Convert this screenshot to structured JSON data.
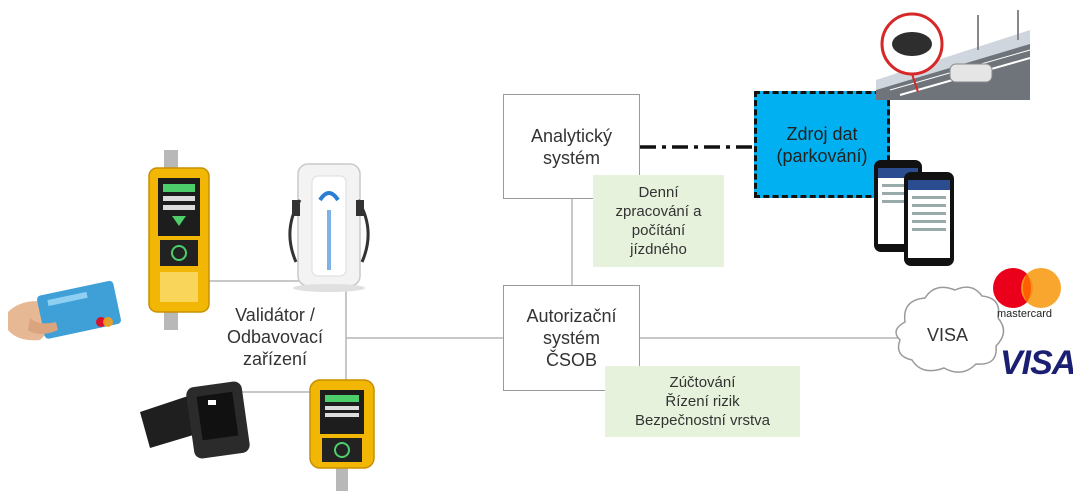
{
  "nodes": {
    "analytic": "Analytický\nsystém",
    "authorization": "Autorizační\nsystém\nČSOB",
    "validator": "Validátor /\nOdbavovací\nzařízení",
    "data_source": "Zdroj dat\n(parkování)",
    "visa_cloud": "VISA"
  },
  "notes": {
    "analytic": "Denní\nzpracování a\npočítání\njízdného",
    "authorization": "Zúčtování\nŘízení rizik\nBezpečnostní vrstva"
  },
  "logos": {
    "visa": "VISA",
    "mastercard": "mastercard"
  },
  "colors": {
    "data_source_fill": "#00b0f0",
    "note_fill": "#e6f2dc",
    "validator_yellow": "#f2b705",
    "visa_blue": "#1a1f71",
    "mc_red": "#eb001b",
    "mc_orange": "#f79e1b"
  },
  "icons": [
    "bank-card-icon",
    "validator-terminal-icon",
    "ev-charger-icon",
    "pos-terminal-icon",
    "parking-sensor-icon",
    "smartphone-app-icon",
    "cloud-icon"
  ]
}
